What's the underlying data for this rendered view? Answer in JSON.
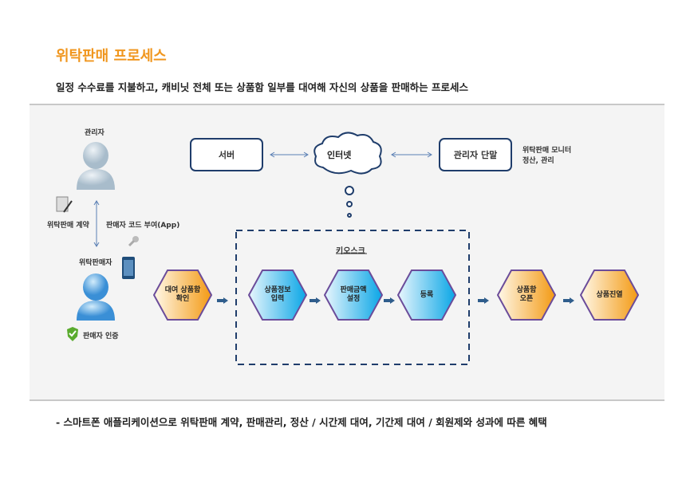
{
  "title": "위탁판매 프로세스",
  "subtitle": "일정 수수료를 지불하고, 캐비닛 전체 또는 상품함 일부를 대여해 자신의 상품을 판매하는 프로세스",
  "footer": "- 스마트폰  애플리케이션으로 위탁판매 계약, 판매관리, 정산 / 시간제 대여, 기간제 대여 / 회원제와 성과에 따른 혜택",
  "actors": {
    "admin": "관리자",
    "seller": "위탁판매자",
    "contract": "위탁판매 계약",
    "code": "판매자 코드 부여(App)",
    "auth": "판매자 인증"
  },
  "network": {
    "server": "서버",
    "internet": "인터넷",
    "terminal": "관리자 단말",
    "terminal_note1": "위탁판매 모니터",
    "terminal_note2": "정산, 관리"
  },
  "kiosk_label": "키오스크",
  "steps": [
    {
      "label": "대여 상품함\n확인",
      "color": "orange"
    },
    {
      "label": "상품정보\n입력",
      "color": "blue"
    },
    {
      "label": "판매금액\n설정",
      "color": "blue"
    },
    {
      "label": "등록",
      "color": "blue"
    },
    {
      "label": "상품함\n오픈",
      "color": "orange"
    },
    {
      "label": "상품진열",
      "color": "orange"
    }
  ],
  "colors": {
    "title": "#f0961e",
    "border": "#1f3d6b",
    "hex_stroke": "#6b4c9a"
  }
}
